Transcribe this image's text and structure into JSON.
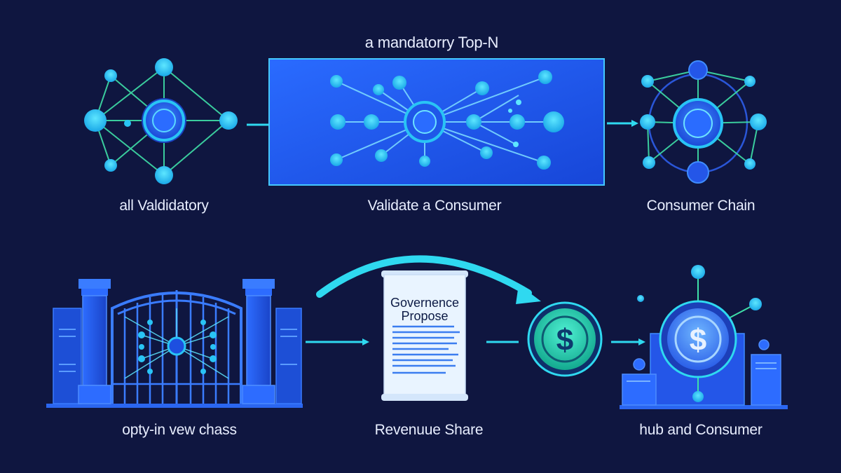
{
  "top_caption": "a  mandatorry Top-N",
  "top_row": {
    "left_label": "all Valdidatory",
    "middle_label": "Validate a Consumer",
    "right_label": "Consumer Chain"
  },
  "bottom_row": {
    "left_label": "opty-in vew chass",
    "middle_label": "Revenuue Share",
    "right_label": "hub and Consumer",
    "document_title_line1": "Governence",
    "document_title_line2": "Propose",
    "coin_symbol": "$"
  },
  "colors": {
    "background": "#0f1640",
    "panel": "#1f5cf0",
    "node": "#29c4f5",
    "node_dark": "#1d4fe0",
    "cyan_arrow": "#2fd9f0",
    "green_line": "#3fe0a8",
    "paper": "#e9f4ff"
  }
}
